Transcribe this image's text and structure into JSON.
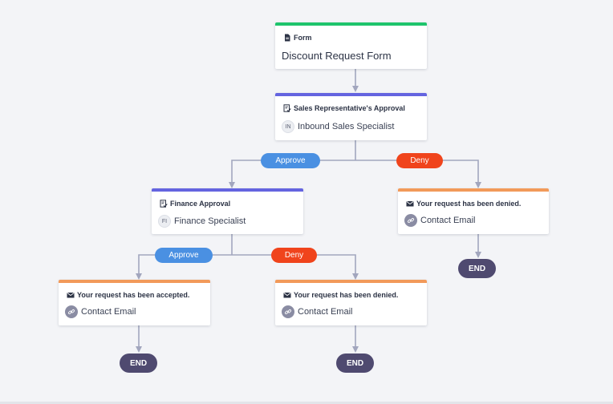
{
  "colors": {
    "form_bar": "#1ec46c",
    "approval_bar": "#6464e0",
    "email_bar": "#f29a5a",
    "approve_pill": "#4a90e2",
    "deny_pill": "#f0441c",
    "end_pill": "#4f4a70",
    "connector": "#a2a6be"
  },
  "form_node": {
    "type_label": "Form",
    "icon": "document-icon",
    "title": "Discount Request Form"
  },
  "sales_approval": {
    "type_label": "Sales Representative's Approval",
    "icon": "approval-icon",
    "assignee_initials": "IN",
    "assignee": "Inbound Sales Specialist"
  },
  "finance_approval": {
    "type_label": "Finance Approval",
    "icon": "approval-icon",
    "assignee_initials": "FI",
    "assignee": "Finance Specialist"
  },
  "branch_labels": {
    "sales_approve": "Approve",
    "sales_deny": "Deny",
    "finance_approve": "Approve",
    "finance_deny": "Deny"
  },
  "email_denied_top": {
    "title": "Your request has been denied.",
    "icon": "envelope-icon",
    "recipient": "Contact Email"
  },
  "email_accepted": {
    "title": "Your request has been accepted.",
    "icon": "envelope-icon",
    "recipient": "Contact Email"
  },
  "email_denied_bottom": {
    "title": "Your request has been denied.",
    "icon": "envelope-icon",
    "recipient": "Contact Email"
  },
  "end_nodes": {
    "end_1": "END",
    "end_2": "END",
    "end_3": "END"
  }
}
